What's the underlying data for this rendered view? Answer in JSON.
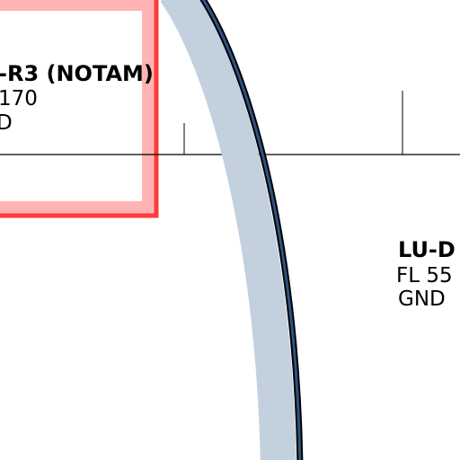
{
  "map": {
    "colors": {
      "background": "#ffffff",
      "notam_border": "#ff3b3b",
      "notam_band": "#ffb3b3",
      "airspace_band": "#c3d0de",
      "airspace_line": "#000000",
      "airspace_line_inner": "#2e5384",
      "reference_line": "#000000"
    },
    "zones": [
      {
        "id": "notam-zone",
        "name": "-R3 (NOTAM)",
        "upper_limit": "170",
        "lower_limit": "D"
      },
      {
        "id": "lu-d-zone",
        "name": "LU-D",
        "upper_limit": "FL 55",
        "lower_limit": "GND"
      }
    ]
  }
}
